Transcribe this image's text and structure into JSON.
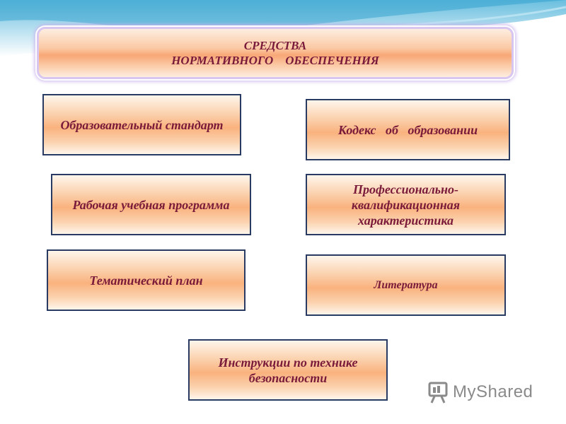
{
  "title": {
    "line1": "СРЕДСТВА",
    "line2": "НОРМАТИВНОГО    ОБЕСПЕЧЕНИЯ"
  },
  "boxes": {
    "standard": "Образовательный стандарт",
    "code": "Кодекс   об   образовании",
    "program": "Рабочая учебная программа",
    "profile": "Профессионально-квалификационная характеристика",
    "plan": "Тематический план",
    "literature": "Литература",
    "safety": "Инструкции по технике безопасности"
  },
  "watermark": {
    "text": "MyShared"
  }
}
